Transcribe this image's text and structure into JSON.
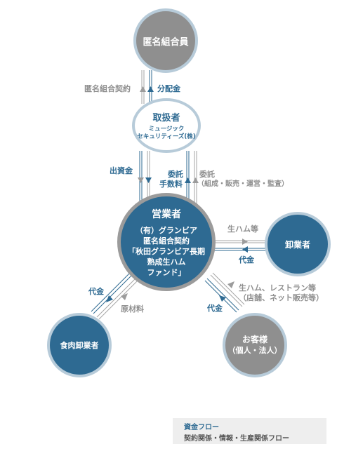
{
  "nodes": {
    "investor": "匿名組合員",
    "handler_title": "取扱者",
    "handler_sub1": "ミュージック",
    "handler_sub2": "セキュリティーズ(株)",
    "operator_title": "営業者",
    "operator_line1": "（有）グランビア",
    "operator_line2": "匿名組合契約",
    "operator_line3": "「秋田グランビア長期",
    "operator_line4": "熟成生ハム",
    "operator_line5": "ファンド」",
    "wholesaler": "卸業者",
    "customer_line1": "お客様",
    "customer_line2": "（個人・法人）",
    "meat_wholesaler": "食肉卸業者"
  },
  "labels": {
    "contract": "匿名組合契約",
    "distribution": "分配金",
    "investment": "出資金",
    "commission_1": "委託",
    "commission_2": "手数料",
    "entrust_1": "委託",
    "entrust_2": "（組成・販売・運営・監査）",
    "ham_etc": "生ハム等",
    "price_wholesaler": "代金",
    "ham_restaurant_1": "生ハム、レストラン等",
    "ham_restaurant_2": "（店舗、ネット販売等）",
    "price_customer": "代金",
    "price_meat": "代金",
    "raw_material": "原材料"
  },
  "legend": {
    "money_flow": "資金フロー",
    "contract_flow": "契約関係・情報・生産関係フロー"
  },
  "colors": {
    "blue": "#2e6a92",
    "gray_node": "#8f8f8f",
    "ring": "#b7cbd9",
    "gray_text": "#8f8f8f"
  }
}
